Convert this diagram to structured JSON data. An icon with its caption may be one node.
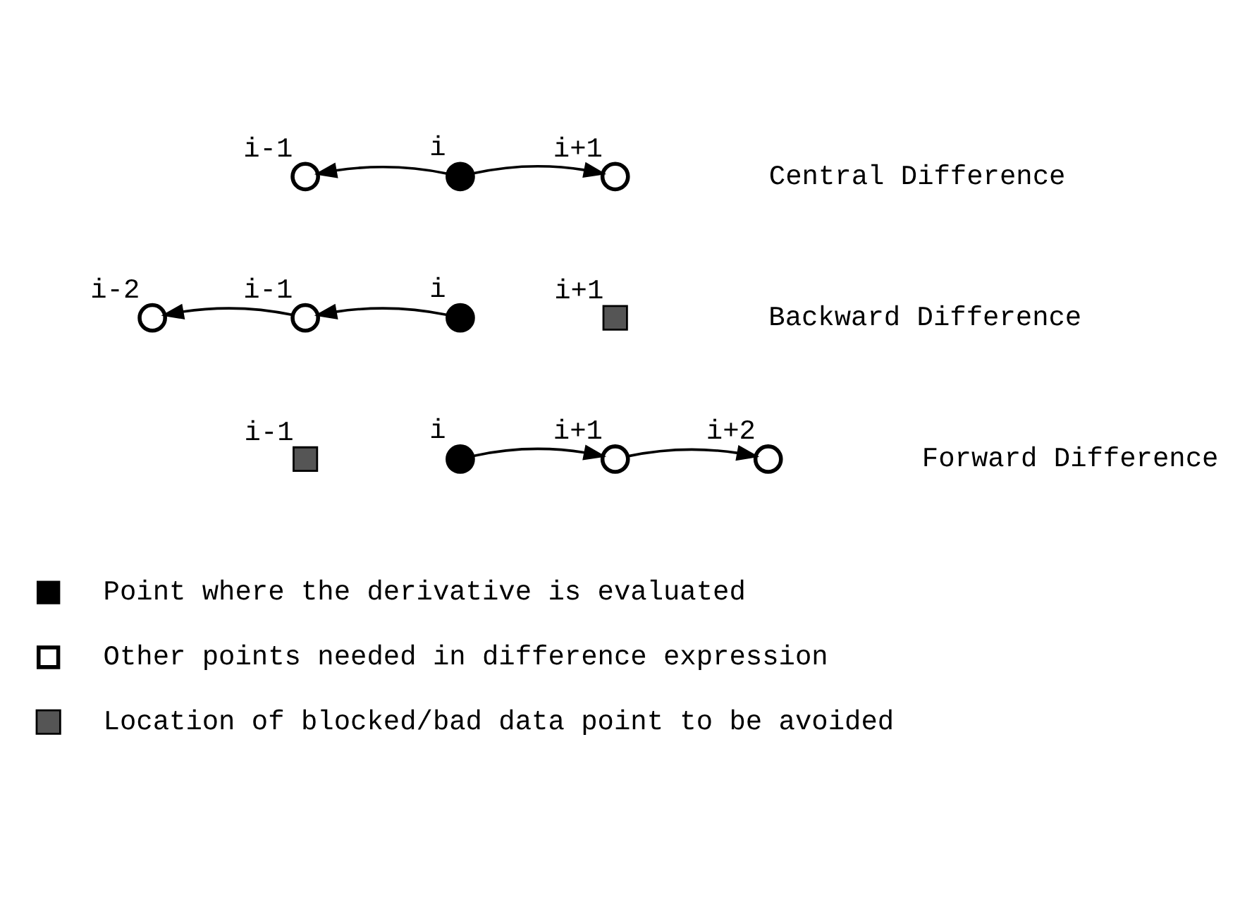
{
  "diagram": {
    "nodes": [
      {
        "text": [],
        "shape": "circle",
        "beside": [
          "i-1"
        ]
      },
      {
        "text": [],
        "shape": "circle",
        "beside": [
          "i"
        ]
      },
      {
        "text": [],
        "shape": "circle",
        "beside": [
          "i+1"
        ]
      },
      {
        "text": [],
        "shape": "circle",
        "beside": [
          "i-2"
        ]
      },
      {
        "text": [],
        "shape": "circle",
        "beside": [
          "i-1"
        ]
      },
      {
        "text": [],
        "shape": "circle",
        "beside": [
          "i"
        ]
      },
      {
        "text": [],
        "shape": "box",
        "beside": [
          "i+1"
        ]
      },
      {
        "text": [],
        "shape": "box",
        "beside": [
          "i-1"
        ]
      },
      {
        "text": [],
        "shape": "circle",
        "beside": [
          "i"
        ]
      },
      {
        "text": [],
        "shape": "circle",
        "beside": [
          "i+1"
        ]
      },
      {
        "text": [],
        "shape": "circle",
        "beside": [
          "i+2"
        ]
      }
    ],
    "edges": [
      {
        "from": 1,
        "to": 0,
        "arrow": "to"
      },
      {
        "from": 1,
        "to": 2,
        "arrow": "to"
      },
      {
        "from": 5,
        "to": 4,
        "arrow": "to"
      },
      {
        "from": 4,
        "to": 3,
        "arrow": "to"
      },
      {
        "from": 8,
        "to": 9,
        "arrow": "to"
      },
      {
        "from": 9,
        "to": 10,
        "arrow": "to"
      }
    ],
    "labels": [
      "Central Difference",
      "Backward Difference",
      "Forward Difference"
    ],
    "legend": [
      {
        "text": "Point where the derivative is evaluated"
      },
      {
        "text": "Other points needed in difference expression"
      },
      {
        "text": "Location of blocked/bad data point to be avoided"
      }
    ]
  }
}
